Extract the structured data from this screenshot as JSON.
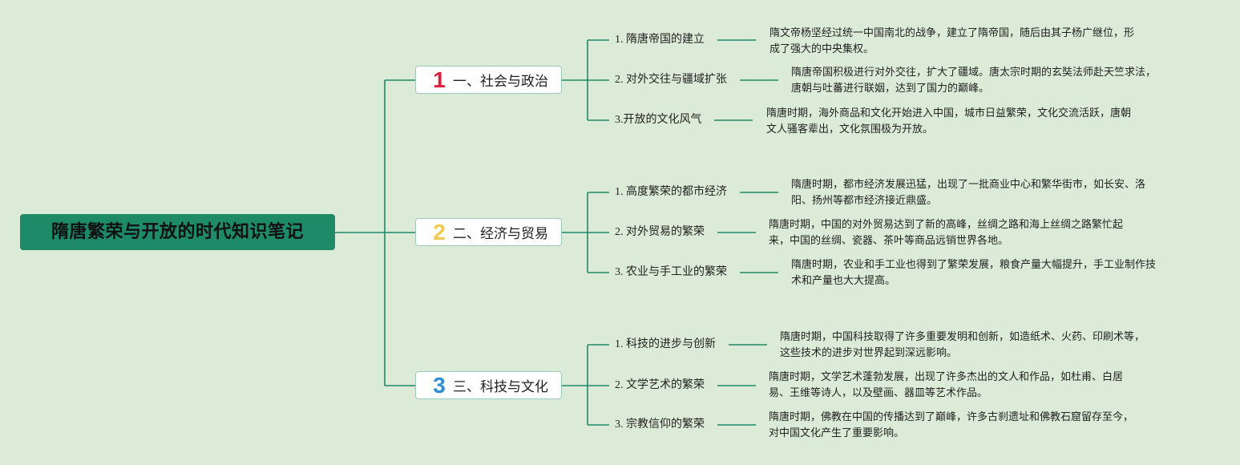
{
  "colors": {
    "background": "#dcebd7",
    "root_fill": "#1e8a68",
    "line": "#1e8a68",
    "num1": "#d8213a",
    "num2": "#f2c94c",
    "num3": "#2d8fd5"
  },
  "root": {
    "title": "隋唐繁荣与开放的时代知识笔记"
  },
  "branches": [
    {
      "num": "1",
      "label": "一、社会与政治",
      "items": [
        {
          "title": "1. 隋唐帝国的建立",
          "desc": [
            "隋文帝杨坚经过统一中国南北的战争，建立了隋帝国，随后由其子杨广继位，形",
            "成了强大的中央集权。"
          ]
        },
        {
          "title": "2. 对外交往与疆域扩张",
          "desc": [
            "隋唐帝国积极进行对外交往，扩大了疆域。唐太宗时期的玄奘法师赴天竺求法，",
            "唐朝与吐蕃进行联姻，达到了国力的巅峰。"
          ]
        },
        {
          "title": "3.开放的文化风气",
          "desc": [
            "隋唐时期，海外商品和文化开始进入中国，城市日益繁荣，文化交流活跃，唐朝",
            "文人骚客辈出，文化氛围极为开放。"
          ]
        }
      ]
    },
    {
      "num": "2",
      "label": "二、经济与贸易",
      "items": [
        {
          "title": "1. 高度繁荣的都市经济",
          "desc": [
            "隋唐时期，都市经济发展迅猛，出现了一批商业中心和繁华街市，如长安、洛",
            "阳、扬州等都市经济接近鼎盛。"
          ]
        },
        {
          "title": "2. 对外贸易的繁荣",
          "desc": [
            "隋唐时期，中国的对外贸易达到了新的高峰，丝绸之路和海上丝绸之路繁忙起",
            "来，中国的丝绸、瓷器、茶叶等商品远销世界各地。"
          ]
        },
        {
          "title": "3. 农业与手工业的繁荣",
          "desc": [
            "隋唐时期，农业和手工业也得到了繁荣发展，粮食产量大幅提升，手工业制作技",
            "术和产量也大大提高。"
          ]
        }
      ]
    },
    {
      "num": "3",
      "label": "三、科技与文化",
      "items": [
        {
          "title": "1. 科技的进步与创新",
          "desc": [
            "隋唐时期，中国科技取得了许多重要发明和创新，如造纸术、火药、印刷术等，",
            "这些技术的进步对世界起到深远影响。"
          ]
        },
        {
          "title": "2. 文学艺术的繁荣",
          "desc": [
            "隋唐时期，文学艺术蓬勃发展，出现了许多杰出的文人和作品，如杜甫、白居",
            "易、王维等诗人，以及壁画、器皿等艺术作品。"
          ]
        },
        {
          "title": "3. 宗教信仰的繁荣",
          "desc": [
            "隋唐时期，佛教在中国的传播达到了巅峰，许多古刹遗址和佛教石窟留存至今，",
            "对中国文化产生了重要影响。"
          ]
        }
      ]
    }
  ]
}
